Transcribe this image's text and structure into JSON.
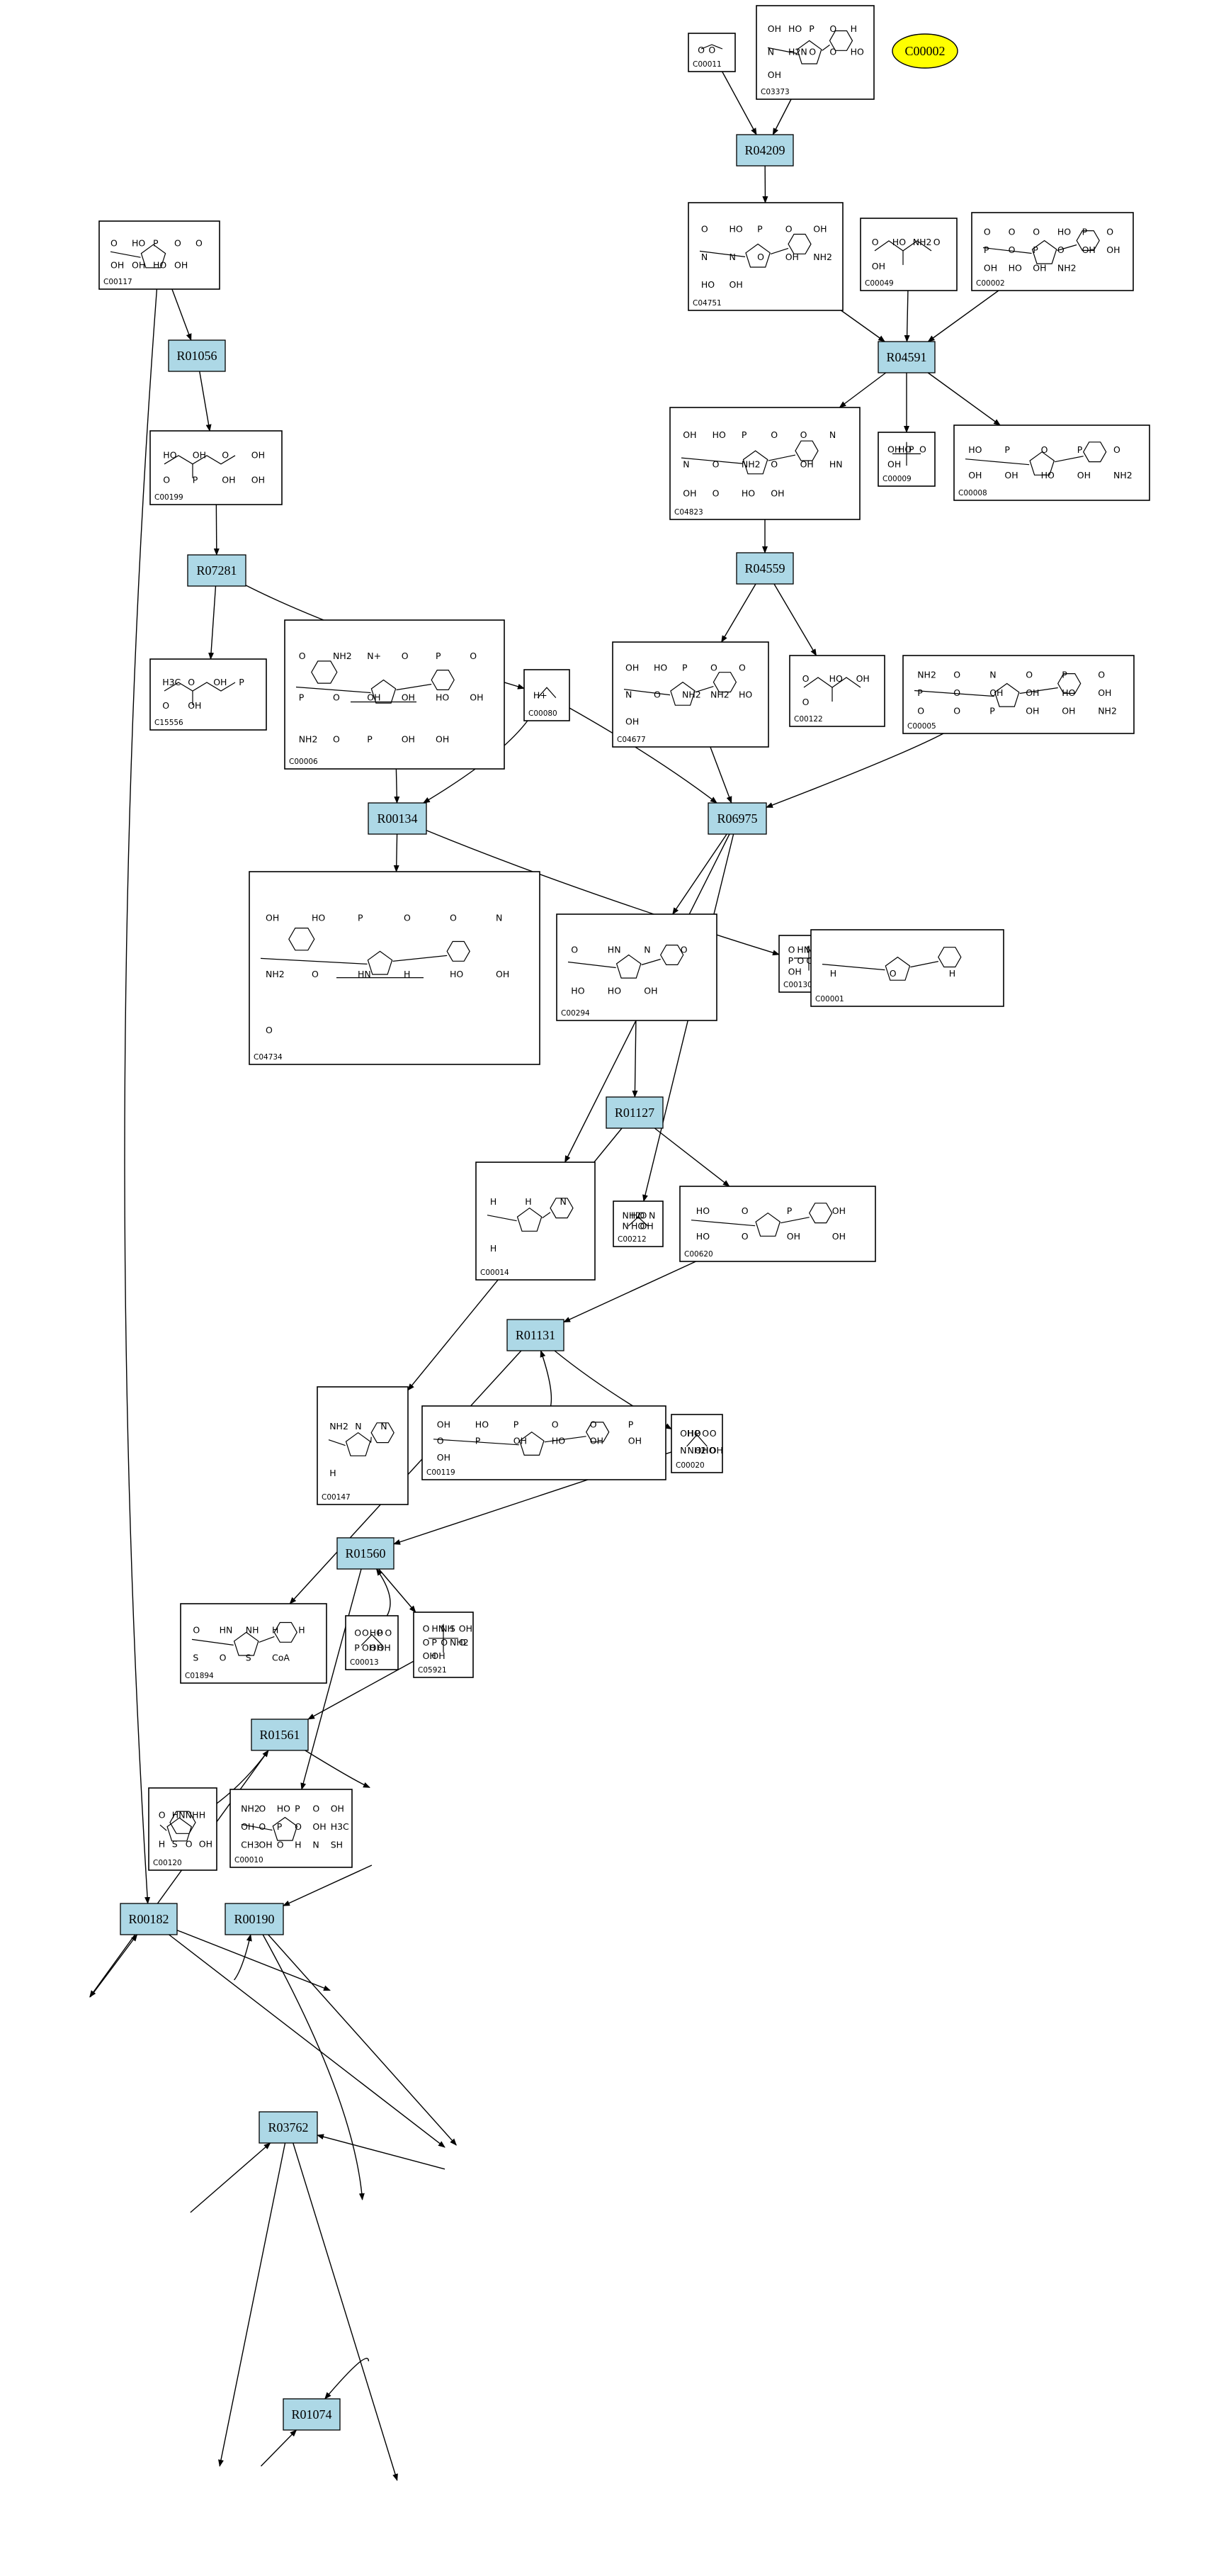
{
  "highlight": {
    "label": "C00002",
    "color": "#ffff00"
  },
  "colors": {
    "reaction_fill": "#add8e6",
    "highlight_fill": "#ffff00"
  },
  "reactions": [
    {
      "id": "R04209"
    },
    {
      "id": "R04591"
    },
    {
      "id": "R01056"
    },
    {
      "id": "R07281"
    },
    {
      "id": "R04559"
    },
    {
      "id": "R00134"
    },
    {
      "id": "R06975"
    },
    {
      "id": "R01127"
    },
    {
      "id": "R01131"
    },
    {
      "id": "R01560"
    },
    {
      "id": "R01561"
    },
    {
      "id": "R00182"
    },
    {
      "id": "R00190"
    },
    {
      "id": "R03762"
    },
    {
      "id": "R01074"
    }
  ],
  "compounds": [
    {
      "id": "C00011",
      "atoms": [
        "O",
        "O"
      ]
    },
    {
      "id": "C03373",
      "atoms": [
        "OH",
        "HO",
        "P",
        "O",
        "H",
        "N",
        "H2N",
        "O",
        "O",
        "HO",
        "OH"
      ]
    },
    {
      "id": "C00117",
      "atoms": [
        "O",
        "HO",
        "P",
        "O",
        "O",
        "OH",
        "OH",
        "HO",
        "OH"
      ]
    },
    {
      "id": "C04751",
      "atoms": [
        "O",
        "HO",
        "P",
        "O",
        "OH",
        "N",
        "N",
        "O",
        "OH",
        "NH2",
        "HO",
        "OH"
      ]
    },
    {
      "id": "C00049",
      "atoms": [
        "O",
        "HO",
        "NH2",
        "O",
        "OH"
      ]
    },
    {
      "id": "C00002",
      "atoms": [
        "O",
        "O",
        "O",
        "HO",
        "P",
        "O",
        "P",
        "O",
        "P",
        "O",
        "OH",
        "OH",
        "OH",
        "HO",
        "OH",
        "NH2"
      ]
    },
    {
      "id": "C00199",
      "atoms": [
        "HO",
        "OH",
        "O",
        "OH",
        "O",
        "P",
        "OH",
        "OH"
      ]
    },
    {
      "id": "C04823",
      "atoms": [
        "OH",
        "HO",
        "P",
        "O",
        "O",
        "N",
        "N",
        "O",
        "NH2",
        "O",
        "OH",
        "HN",
        "OH",
        "O",
        "HO",
        "OH"
      ]
    },
    {
      "id": "C00009",
      "atoms": [
        "OH",
        "HO",
        "P",
        "O",
        "OH"
      ]
    },
    {
      "id": "C00008",
      "atoms": [
        "HO",
        "P",
        "O",
        "P",
        "O",
        "OH",
        "OH",
        "HO",
        "OH",
        "NH2"
      ]
    },
    {
      "id": "C15556",
      "atoms": [
        "H3C",
        "O",
        "OH",
        "P",
        "O",
        "OH"
      ]
    },
    {
      "id": "C00006",
      "atoms": [
        "O",
        "NH2",
        "N+",
        "O",
        "P",
        "O",
        "P",
        "O",
        "OH",
        "OH",
        "HO",
        "OH",
        "NH2",
        "O",
        "P",
        "OH",
        "OH"
      ]
    },
    {
      "id": "C00080",
      "atoms": [
        "H+"
      ]
    },
    {
      "id": "C04677",
      "atoms": [
        "OH",
        "HO",
        "P",
        "O",
        "O",
        "N",
        "O",
        "NH2",
        "NH2",
        "HO",
        "OH"
      ]
    },
    {
      "id": "C00122",
      "atoms": [
        "O",
        "HO",
        "OH",
        "O"
      ]
    },
    {
      "id": "C00005",
      "atoms": [
        "NH2",
        "O",
        "N",
        "O",
        "P",
        "O",
        "P",
        "O",
        "OH",
        "OH",
        "HO",
        "OH",
        "O",
        "O",
        "P",
        "OH",
        "OH",
        "NH2"
      ]
    },
    {
      "id": "C04734",
      "atoms": [
        "OH",
        "HO",
        "P",
        "O",
        "O",
        "N",
        "NH2",
        "O",
        "HN",
        "H",
        "HO",
        "OH",
        "O"
      ]
    },
    {
      "id": "C00130",
      "atoms": [
        "O",
        "HN",
        "N",
        "OH",
        "HO",
        "P",
        "O",
        "O",
        "HO",
        "OH",
        "OH"
      ]
    },
    {
      "id": "C00001",
      "atoms": [
        "H",
        "O",
        "H"
      ]
    },
    {
      "id": "C00294",
      "atoms": [
        "O",
        "HN",
        "N",
        "O",
        "HO",
        "HO",
        "OH"
      ]
    },
    {
      "id": "C00014",
      "atoms": [
        "H",
        "H",
        "N",
        "H"
      ]
    },
    {
      "id": "C00212",
      "atoms": [
        "NH2",
        "HO",
        "O",
        "N",
        "N",
        "HO",
        "OH"
      ]
    },
    {
      "id": "C00620",
      "atoms": [
        "HO",
        "O",
        "P",
        "OH",
        "HO",
        "O",
        "OH",
        "OH"
      ]
    },
    {
      "id": "C00147",
      "atoms": [
        "NH2",
        "N",
        "N",
        "H"
      ]
    },
    {
      "id": "C00119",
      "atoms": [
        "OH",
        "HO",
        "P",
        "O",
        "O",
        "P",
        "O",
        "P",
        "OH",
        "HO",
        "OH",
        "OH",
        "OH"
      ]
    },
    {
      "id": "C00020",
      "atoms": [
        "OH",
        "HO",
        "P",
        "O",
        "O",
        "N",
        "NH2",
        "OH",
        "HO",
        "OH"
      ]
    },
    {
      "id": "C01894",
      "atoms": [
        "O",
        "HN",
        "NH",
        "H",
        "H",
        "S",
        "O",
        "S",
        "CoA"
      ]
    },
    {
      "id": "C00013",
      "atoms": [
        "O",
        "O",
        "HO",
        "P",
        "O",
        "P",
        "OH",
        "OH",
        "OH"
      ]
    },
    {
      "id": "C05921",
      "atoms": [
        "O",
        "HN",
        "NH",
        "S",
        "OH",
        "O",
        "P",
        "O",
        "NH2",
        "O",
        "OH",
        "OH"
      ]
    },
    {
      "id": "C00010",
      "atoms": [
        "NH2",
        "O",
        "HO",
        "P",
        "O",
        "OH",
        "OH",
        "O",
        "P",
        "O",
        "OH",
        "H3C",
        "CH3",
        "OH",
        "O",
        "H",
        "N",
        "SH"
      ]
    },
    {
      "id": "C00120",
      "atoms": [
        "O",
        "HN",
        "NH",
        "H",
        "H",
        "S",
        "O",
        "OH"
      ]
    }
  ]
}
